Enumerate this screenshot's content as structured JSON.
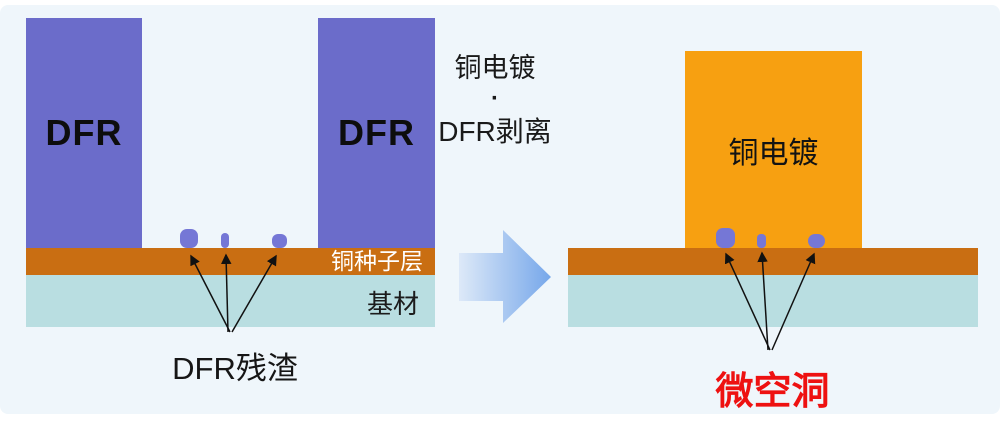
{
  "diagram": {
    "left": {
      "dfr_block_1": "DFR",
      "dfr_block_2": "DFR",
      "seed_layer_label": "铜种子层",
      "substrate_label": "基材",
      "annotation": "DFR残渣"
    },
    "middle": {
      "step_line_1": "铜电镀",
      "step_separator": "·",
      "step_line_2": "DFR剥离"
    },
    "right": {
      "copper_block_label": "铜电镀",
      "annotation": "微空洞"
    },
    "colors": {
      "dfr_purple": "#6b6cca",
      "residue_purple": "#7577d6",
      "copper_seed": "#c96e12",
      "substrate_teal": "#b9dee1",
      "plated_copper_orange": "#f7a011",
      "microvoid_red": "#ee1111",
      "arrow_gradient_start": "#dde9f8",
      "arrow_gradient_end": "#76a7ea",
      "panel_background": "#eff6fb"
    }
  }
}
